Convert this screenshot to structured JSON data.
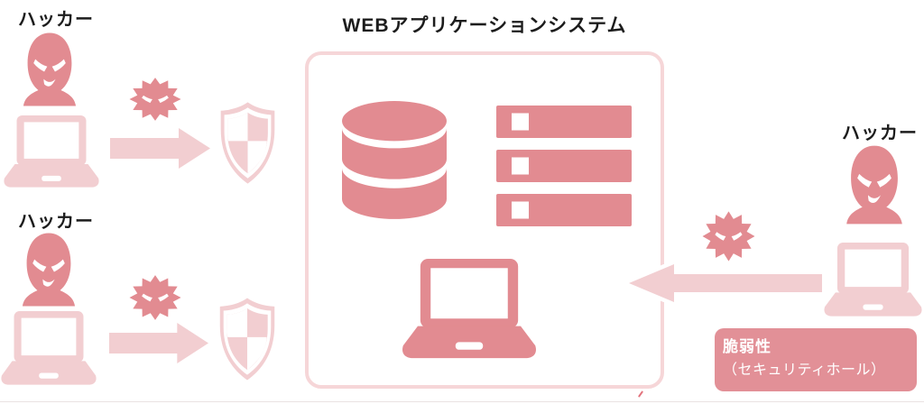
{
  "title": "WEBアプリケーションシステム",
  "attackers": [
    {
      "label": "ハッカー",
      "position": "top-left",
      "blocked_by_shield": true
    },
    {
      "label": "ハッカー",
      "position": "bottom-left",
      "blocked_by_shield": true
    },
    {
      "label": "ハッカー",
      "position": "right",
      "blocked_by_shield": false
    }
  ],
  "system_panel": {
    "components": [
      "database",
      "server",
      "web-laptop"
    ]
  },
  "vulnerability_badge": {
    "line1": "脆弱性",
    "line2": "（セキュリティホール）"
  },
  "icons": {
    "attacker": "hacker-balaclava-icon",
    "client": "laptop-icon",
    "attack": "malware-virus-icon",
    "defense": "security-shield-icon",
    "storage": "database-icon",
    "host": "server-icon",
    "flow": "attack-arrow-icon"
  },
  "colors": {
    "icon_strong": "#e28b91",
    "icon_soft": "#f2ced1",
    "panel_border": "#f6d6d8",
    "badge_bg": "#e29097",
    "badge_text": "#ffffff",
    "label_text": "#1c1c1c",
    "background": "#ffffff"
  }
}
